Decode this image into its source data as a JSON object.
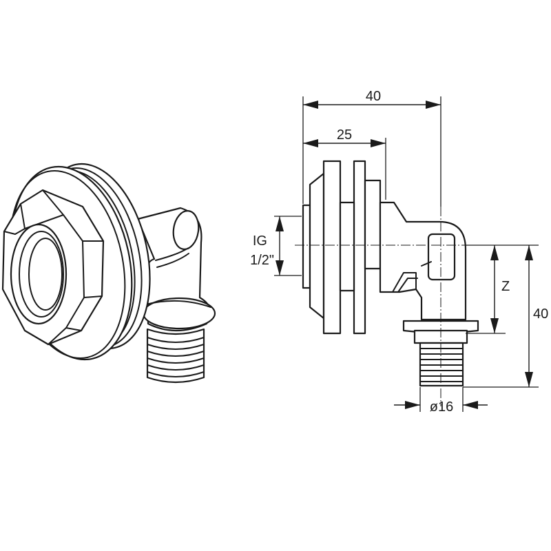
{
  "dimensions": {
    "overall_width": "40",
    "flange_width": "25",
    "thread_line1": "IG",
    "thread_line2": "1/2\"",
    "offset_z": "Z",
    "overall_height": "40",
    "outlet_diameter": "ø16"
  },
  "colors": {
    "line": "#1a1a1a",
    "background": "#ffffff"
  }
}
